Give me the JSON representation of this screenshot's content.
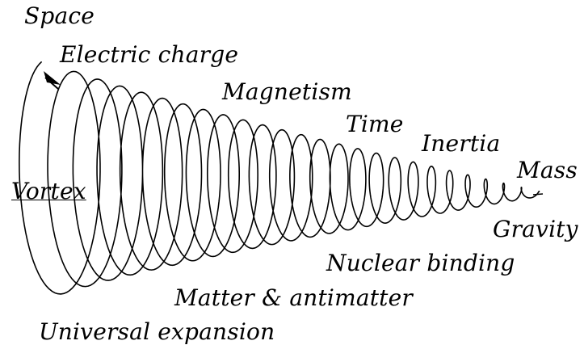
{
  "labels": {
    "space": "Space",
    "electric_charge": "Electric charge",
    "magnetism": "Magnetism",
    "time": "Time",
    "inertia": "Inertia",
    "mass": "Mass",
    "vortex": "Vortex",
    "gravity": "Gravity",
    "nuclear_binding": "Nuclear binding",
    "matter_antimatter": "Matter & antimatter",
    "universal_expansion": "Universal expansion"
  },
  "colors": {
    "ink": "#000000",
    "background": "#ffffff"
  }
}
